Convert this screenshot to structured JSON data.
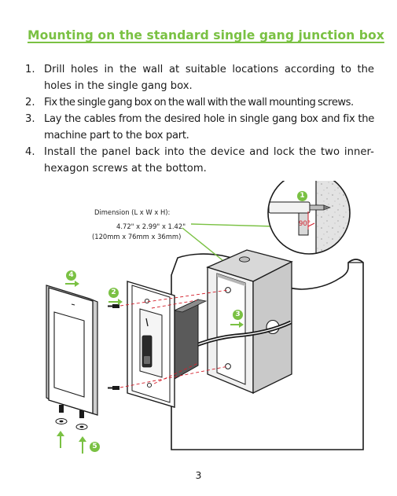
{
  "section_title": "Mounting on the standard single gang junction box",
  "steps": [
    {
      "number": "1.",
      "text": "Drill holes in the wall at suitable locations according to the holes in the single gang box."
    },
    {
      "number": "2.",
      "text": "Fix the single gang box on the wall with the wall mounting screws."
    },
    {
      "number": "3.",
      "text": "Lay the cables from the desired hole in single gang box and fix the machine part to the box part."
    },
    {
      "number": "4.",
      "text": "Install the panel back into the device and lock the two inner-hexagon screws at the bottom."
    }
  ],
  "diagram": {
    "dimension_title": "Dimension (L x W x H):",
    "dimension_inches": "4.72\" x 2.99\" x 1.42\"",
    "dimension_mm": "(120mm x 76mm x 36mm)",
    "angle_label": "90°",
    "callouts": [
      "1",
      "2",
      "3",
      "4",
      "5"
    ],
    "accent_color": "#7ac143",
    "guide_color": "#d4202c"
  },
  "page_number": "3"
}
